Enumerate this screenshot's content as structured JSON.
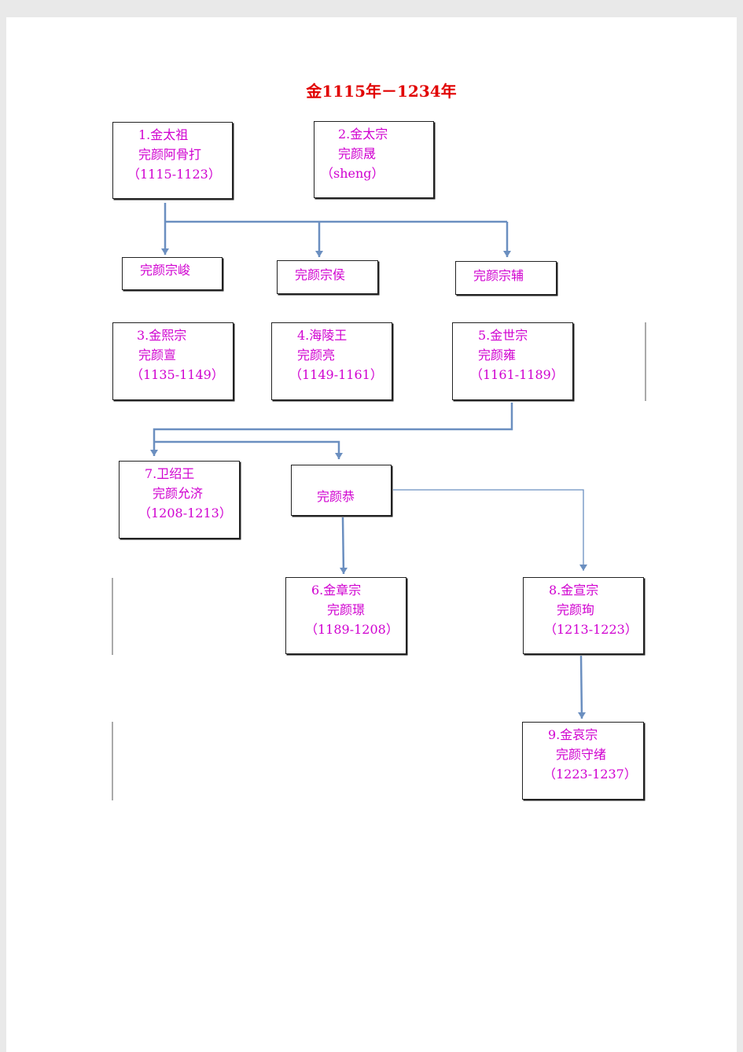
{
  "title": "金1115年－1234年",
  "nodes": {
    "taizu": {
      "l1": "1.金太祖",
      "l2": "完颜阿骨打",
      "l3": "（1115-1123）"
    },
    "taizong": {
      "l1": "2.金太宗",
      "l2": "完颜晟",
      "l3": "（sheng）"
    },
    "zongjun": {
      "l1": "完颜宗峻"
    },
    "zongyao": {
      "l1": "完颜宗侯"
    },
    "zongfu": {
      "l1": "完颜宗辅"
    },
    "xizong": {
      "l1": "3.金熙宗",
      "l2": "完颜亶",
      "l3": "（1135-1149）"
    },
    "hailing": {
      "l1": "4.海陵王",
      "l2": "完颜亮",
      "l3": "（1149-1161）"
    },
    "shizong": {
      "l1": "5.金世宗",
      "l2": "完颜雍",
      "l3": "（1161-1189）"
    },
    "weishao": {
      "l1": "7.卫绍王",
      "l2": "完颜允济",
      "l3": "（1208-1213）"
    },
    "gong": {
      "l1": "完颜恭"
    },
    "zhangzong": {
      "l1": "6.金章宗",
      "l2": "完颜璟",
      "l3": "（1189-1208）"
    },
    "xuanzong": {
      "l1": "8.金宣宗",
      "l2": "完颜珣",
      "l3": "（1213-1223）"
    },
    "aizong": {
      "l1": "9.金哀宗",
      "l2": "完颜守绪",
      "l3": "（1223-1237）"
    }
  },
  "colors": {
    "title": "#e10000",
    "node_text": "#d000d0",
    "connector": "#6b8fc0",
    "border": "#222222"
  }
}
